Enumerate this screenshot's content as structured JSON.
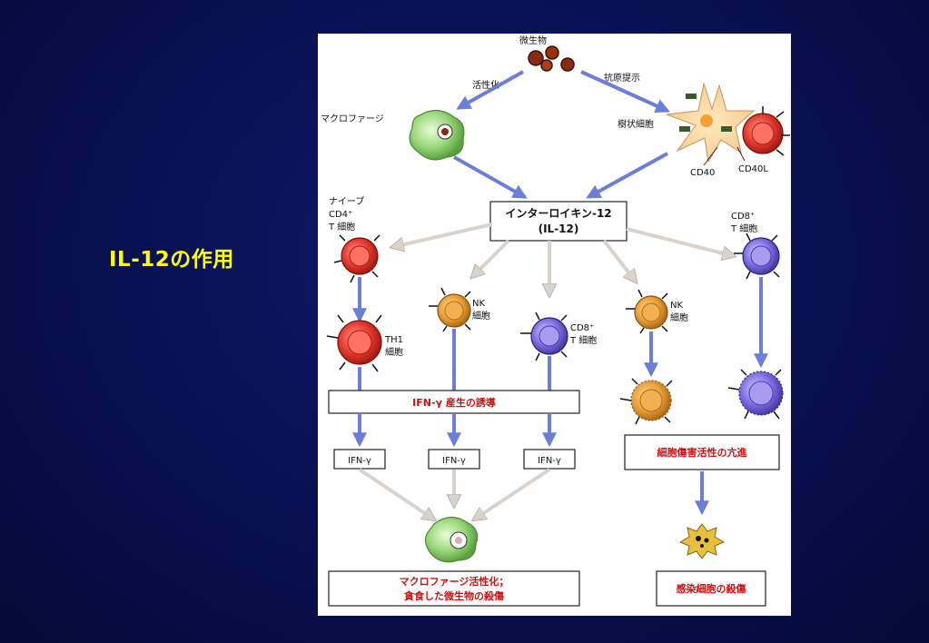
{
  "slide": {
    "title": "IL-12の作用"
  },
  "diagram": {
    "microbe_label": "微生物",
    "activation_label": "活性化",
    "antigen_presentation_label": "抗原提示",
    "macrophage_label": "マクロファージ",
    "dendritic_cell_label": "樹状細胞",
    "cd40_label": "CD40",
    "cd40l_label": "CD40L",
    "il12_box": {
      "line1": "インターロイキン-12",
      "line2": "(IL-12)"
    },
    "naive_cd4": {
      "line1": "ナイーブ",
      "line2": "CD4⁺",
      "line3": "T 細胞"
    },
    "cd8_right": {
      "line1": "CD8⁺",
      "line2": "T 細胞"
    },
    "nk_left": {
      "line1": "NK",
      "line2": "細胞"
    },
    "cd8_mid": {
      "line1": "CD8⁺",
      "line2": "T 細胞"
    },
    "nk_right": {
      "line1": "NK",
      "line2": "細胞"
    },
    "th1": {
      "line1": "TH1",
      "line2": "細胞"
    },
    "ifn_induction_box": "IFN-γ 産生の誘導",
    "ifn_gamma_1": "IFN-γ",
    "ifn_gamma_2": "IFN-γ",
    "ifn_gamma_3": "IFN-γ",
    "cytotoxicity_box": "細胞傷害活性の亢進",
    "macrophage_activation_box": {
      "line1": "マクロファージ活性化；",
      "line2": "貪食した微生物の殺傷"
    },
    "infected_cell_kill_box": "感染細胞の殺傷"
  },
  "colors": {
    "background": "#081050",
    "title": "#ffff00",
    "blue_arrow": "#6b7fd8",
    "gray_arrow": "#d9d3cf",
    "red_cell": "#e23a2e",
    "orange_cell": "#e8a03a",
    "purple_cell": "#7d6ee0",
    "green_macrophage": "#9ad67a",
    "box_text_red": "#cc1111"
  }
}
